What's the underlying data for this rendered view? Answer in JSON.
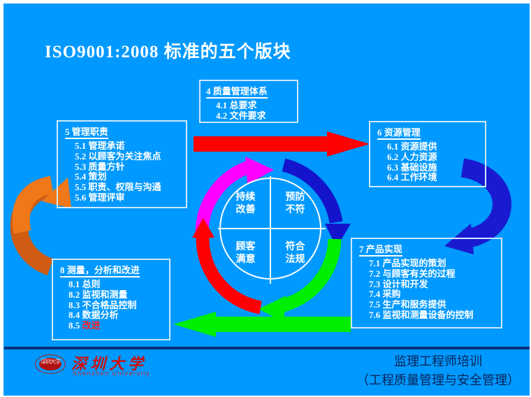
{
  "slide": {
    "title": "ISO9001:2008  标准的五个版块",
    "background_color": "#0099ff",
    "title_color": "#ffffff"
  },
  "boxes": {
    "b4": {
      "heading": "4   质量管理体系",
      "items": [
        "4.1  总要求",
        "4.2  文件要求"
      ]
    },
    "b5": {
      "heading": "5  管理职责",
      "items": [
        "5.1  管理承诺",
        "5.2  以顾客为关注焦点",
        "5.3  质量方针",
        "5.4  策划",
        "5.5  职责、权限与沟通",
        "5.6  管理评审"
      ]
    },
    "b6": {
      "heading": "6  资源管理",
      "items": [
        "6.1  资源提供",
        "6.2  人力资源",
        "6.3  基础设施",
        "6.4  工作环境"
      ]
    },
    "b7": {
      "heading": "7  产品实现",
      "items": [
        "7.1  产品实现的策划",
        "7.2  与顾客有关的过程",
        "7.3  设计和开发",
        "7.4  采购",
        "7.5  生产和服务提供",
        "7.6  监视和测量设备的控制"
      ]
    },
    "b8": {
      "heading": "8  测量，分析和改进",
      "items": [
        "8.1  总则",
        "8.2  监视和测量",
        "8.3  不合格品控制",
        "8.4  数据分析"
      ],
      "item_red_number": "8.5",
      "item_red_text": "改进",
      "red_color": "#ff2020"
    }
  },
  "circle": {
    "quadrants": [
      {
        "position": "top-left",
        "line1": "持续",
        "line2": "改善"
      },
      {
        "position": "top-right",
        "line1": "预防",
        "line2": "不符"
      },
      {
        "position": "bottom-left",
        "line1": "顾客",
        "line2": "满意"
      },
      {
        "position": "bottom-right",
        "line1": "符合",
        "line2": "法规"
      }
    ]
  },
  "arrows": [
    {
      "name": "straight-arrow-box5-to-box6",
      "color": "#ff0000",
      "direction": "right"
    },
    {
      "name": "straight-arrow-box7-to-box8",
      "color": "#00ee00",
      "direction": "left"
    },
    {
      "name": "curved-arrow-box6-to-box7",
      "color": "#1a1ad0",
      "direction": "clockwise"
    },
    {
      "name": "curved-arrow-box8-to-box5",
      "color": "#f07010",
      "direction": "counter-clockwise"
    },
    {
      "name": "arc-arrow-top-left",
      "color": "#ff00ff",
      "direction": "clockwise"
    },
    {
      "name": "arc-arrow-top-right",
      "color": "#1414cc",
      "direction": "clockwise"
    },
    {
      "name": "arc-arrow-bottom-right",
      "color": "#00ee00",
      "direction": "clockwise"
    },
    {
      "name": "arc-arrow-bottom-left",
      "color": "#ff0000",
      "direction": "clockwise"
    }
  ],
  "footer": {
    "logo_cn": "深圳大学",
    "logo_en": "Shenzhen University",
    "seal_text": "深圳大学",
    "line1": "监理工程师培训",
    "line2": "（工程质量管理与安全管理）",
    "divider_color": "#0b2e7a",
    "text_color": "#0b2457"
  }
}
